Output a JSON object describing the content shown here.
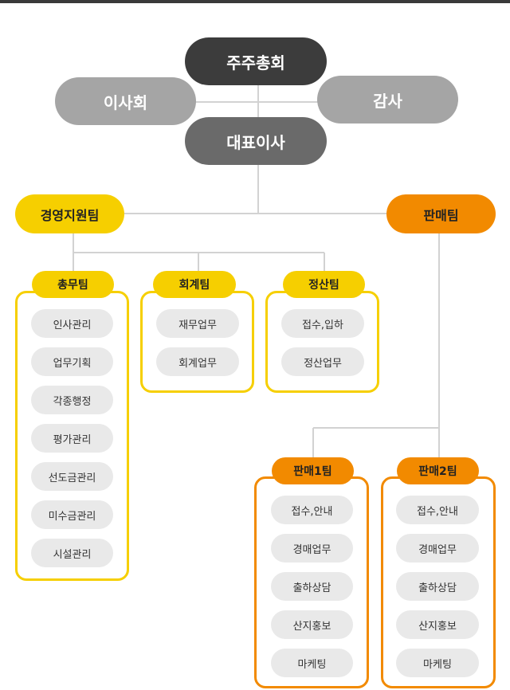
{
  "executive": {
    "shareholders": "주주총회",
    "board": "이사회",
    "auditor": "감사",
    "ceo": "대표이사"
  },
  "divisions": {
    "management": "경영지원팀",
    "sales": "판매팀"
  },
  "teams": {
    "general_affairs": {
      "label": "총무팀",
      "items": [
        "인사관리",
        "업무기획",
        "각종행정",
        "평가관리",
        "선도금관리",
        "미수금관리",
        "시설관리"
      ]
    },
    "accounting": {
      "label": "회계팀",
      "items": [
        "재무업무",
        "회계업무"
      ]
    },
    "settlement": {
      "label": "정산팀",
      "items": [
        "접수,입하",
        "정산업무"
      ]
    },
    "sales1": {
      "label": "판매1팀",
      "items": [
        "접수,안내",
        "경매업무",
        "출하상담",
        "산지홍보",
        "마케팅"
      ]
    },
    "sales2": {
      "label": "판매2팀",
      "items": [
        "접수,안내",
        "경매업무",
        "출하상담",
        "산지홍보",
        "마케팅"
      ]
    }
  },
  "colors": {
    "yellow": "#f6cf00",
    "orange": "#f28a00",
    "dark": "#3c3c3c",
    "mid": "#6a6a6a",
    "light": "#a5a5a5"
  }
}
